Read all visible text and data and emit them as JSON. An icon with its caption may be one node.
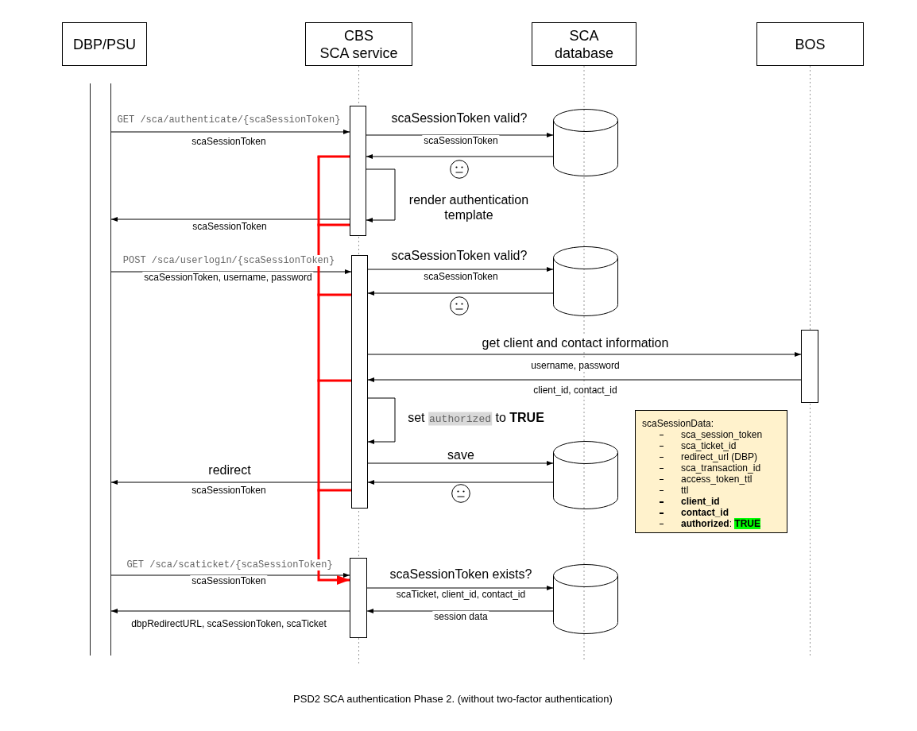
{
  "diagram": {
    "caption": "PSD2 SCA authentication Phase 2. (without two-factor authentication)",
    "nodes": [
      {
        "text": [
          "DBP/PSU"
        ]
      },
      {
        "text": [
          "CBS SCA service"
        ]
      },
      {
        "text": [
          "SCA database"
        ]
      },
      {
        "text": [
          "BOS"
        ]
      },
      {
        "text": [],
        "shape": "bar"
      },
      {
        "text": [],
        "shape": "bar"
      },
      {
        "text": [],
        "shape": "cylinder"
      },
      {
        "text": [],
        "shape": "bar"
      },
      {
        "text": [],
        "shape": "cylinder"
      },
      {
        "text": [],
        "shape": "bar"
      },
      {
        "text": [
          "scaSessionData:",
          "sca_session_token",
          "sca_ticket_id",
          "redirect_url (DBP)",
          "sca_transaction_id",
          "access_token_ttl",
          "ttl",
          "client_id",
          "contact_id",
          "**authorized**: **TRUE**"
        ]
      },
      {
        "text": [],
        "shape": "cylinder"
      },
      {
        "text": [],
        "shape": "bar"
      },
      {
        "text": [],
        "shape": "cylinder"
      }
    ],
    "edges": [
      {
        "from": 4,
        "to": 5,
        "arrow": "to",
        "label": "GET /sca/authenticate/{scaSessionToken}"
      },
      {
        "from": 5,
        "to": 6,
        "arrow": "to",
        "label": "scaSessionToken valid?"
      },
      {
        "from": 6,
        "to": 5,
        "arrow": "to"
      },
      {
        "from": 5,
        "to": 5,
        "arrow": "to",
        "label": "render authentication template"
      },
      {
        "from": 5,
        "to": 4,
        "arrow": "to",
        "label": "scaSessionToken"
      },
      {
        "from": 4,
        "to": 7,
        "arrow": "to",
        "label": "POST /sca/userlogin/{scaSessionToken}"
      },
      {
        "from": 7,
        "to": 8,
        "arrow": "to",
        "label": "scaSessionToken valid?"
      },
      {
        "from": 8,
        "to": 7,
        "arrow": "to"
      },
      {
        "from": 7,
        "to": 9,
        "arrow": "to",
        "label": "get client and contact information"
      },
      {
        "from": 9,
        "to": 7,
        "arrow": "to",
        "label": "client_id, contact_id"
      },
      {
        "from": 7,
        "to": 7,
        "arrow": "to",
        "label": "set authorized to **TRUE**"
      },
      {
        "from": 7,
        "to": 11,
        "arrow": "to",
        "label": "save"
      },
      {
        "from": 11,
        "to": 7,
        "arrow": "to"
      },
      {
        "from": 7,
        "to": 4,
        "arrow": "to",
        "label": "redirect"
      },
      {
        "from": 4,
        "to": 12,
        "arrow": "to",
        "label": "GET /sca/scaticket/{scaSessionToken}"
      },
      {
        "from": 12,
        "to": 13,
        "arrow": "to",
        "label": "scaSessionToken exists?"
      },
      {
        "from": 13,
        "to": 12,
        "arrow": "to",
        "label": "session data"
      },
      {
        "from": 12,
        "to": 4,
        "arrow": "to",
        "label": "dbpRedirectURL, scaSessionToken, scaTicket"
      },
      {
        "from": 5,
        "to": 12,
        "arrow": "to",
        "style": "thick",
        "color": "#ff0000"
      },
      {
        "from": 5,
        "to": 12,
        "arrow": "to",
        "style": "thick",
        "color": "#ff0000"
      },
      {
        "from": 7,
        "to": 12,
        "arrow": "to",
        "style": "thick",
        "color": "#ff0000"
      },
      {
        "from": 7,
        "to": 12,
        "arrow": "to",
        "style": "thick",
        "color": "#ff0000"
      },
      {
        "from": 7,
        "to": 12,
        "arrow": "to",
        "style": "thick",
        "color": "#ff0000"
      }
    ],
    "labels": [
      "scaSessionToken",
      "scaSessionToken",
      "scaSessionToken, username, password",
      "scaSessionToken",
      "username, password",
      "scaSessionToken",
      "scaSessionToken",
      "scaTicket, client_id, contact_id"
    ]
  }
}
